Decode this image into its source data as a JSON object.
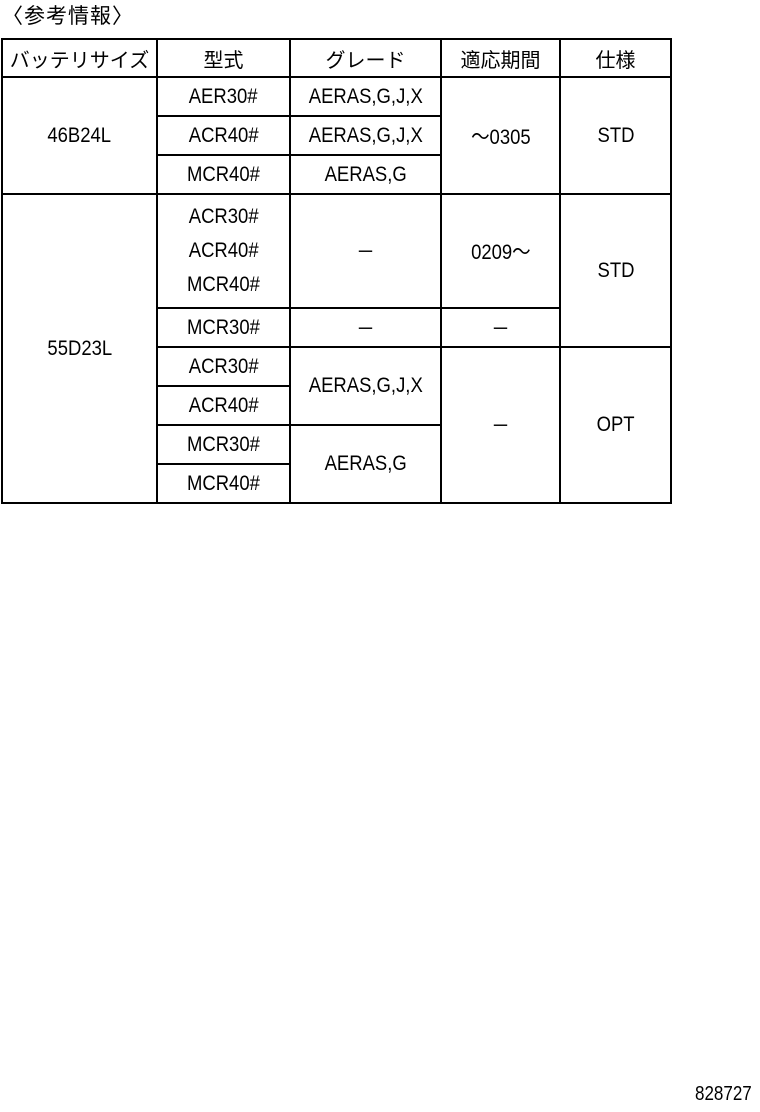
{
  "heading": "〈参考情報〉",
  "table": {
    "headers": {
      "battery_size": "バッテリサイズ",
      "model": "型式",
      "grade": "グレード",
      "period": "適応期間",
      "spec": "仕様"
    },
    "group1": {
      "battery": "46B24L",
      "rows": [
        {
          "model": "AER30#",
          "grade": "AERAS,G,J,X"
        },
        {
          "model": "ACR40#",
          "grade": "AERAS,G,J,X"
        },
        {
          "model": "MCR40#",
          "grade": "AERAS,G"
        }
      ],
      "period": "～0305",
      "spec": "STD"
    },
    "group2": {
      "battery": "55D23L",
      "block_a": {
        "models": [
          "ACR30#",
          "ACR40#",
          "MCR40#"
        ],
        "grade": "－",
        "period": "0209～"
      },
      "block_b": {
        "model": "MCR30#",
        "grade": "－",
        "period": "－"
      },
      "spec_std": "STD",
      "block_c": {
        "models": [
          "ACR30#",
          "ACR40#"
        ],
        "grade": "AERAS,G,J,X"
      },
      "block_d": {
        "models": [
          "MCR30#",
          "MCR40#"
        ],
        "grade": "AERAS,G"
      },
      "period_opt": "－",
      "spec_opt": "OPT"
    }
  },
  "doc_number": "828727"
}
